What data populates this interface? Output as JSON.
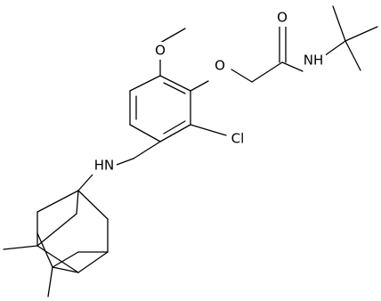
{
  "atoms": {
    "carbonyl_oxygen": "O",
    "amide_nitrogen": "NH",
    "ether_oxygen": "O",
    "methoxy_oxygen": "O",
    "chlorine": "Cl",
    "amine_nitrogen": "HN"
  },
  "colors": {
    "bond": "#000000",
    "label": "#000000",
    "background": "#ffffff"
  }
}
